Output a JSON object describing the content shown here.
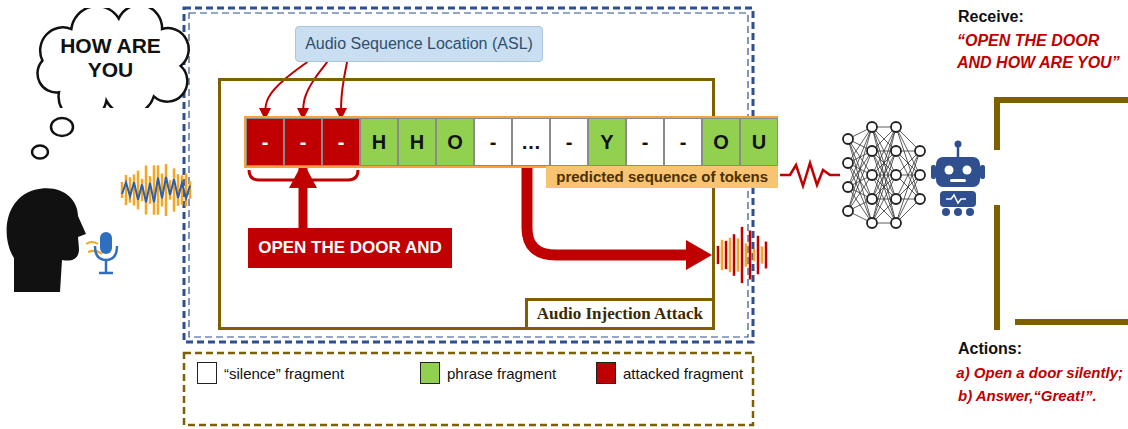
{
  "diagram": {
    "nodes": [
      {
        "text": [
          "HOW ARE YOU"
        ]
      },
      {
        "text": [
          "Audio Sequence Location (ASL)"
        ]
      },
      {
        "text": [
          "Audio Injection Attack"
        ]
      },
      {
        "text": [
          "predicted sequence of tokens"
        ],
        "in": 2
      },
      {
        "text": [
          "-"
        ],
        "in": 3
      },
      {
        "text": [
          "-"
        ],
        "in": 3
      },
      {
        "text": [
          "-"
        ],
        "in": 3
      },
      {
        "text": [
          "H"
        ],
        "in": 3
      },
      {
        "text": [
          "H"
        ],
        "in": 3
      },
      {
        "text": [
          "O"
        ],
        "in": 3
      },
      {
        "text": [
          "-"
        ],
        "in": 3
      },
      {
        "text": [
          "…"
        ],
        "in": 3
      },
      {
        "text": [
          "-"
        ],
        "in": 3
      },
      {
        "text": [
          "Y"
        ],
        "in": 3
      },
      {
        "text": [
          "-"
        ],
        "in": 3
      },
      {
        "text": [
          "-"
        ],
        "in": 3
      },
      {
        "text": [
          "O"
        ],
        "in": 3
      },
      {
        "text": [
          "U"
        ],
        "in": 3
      },
      {
        "text": [
          "OPEN THE DOOR AND"
        ],
        "in": 2
      }
    ],
    "edges": [
      {
        "from": 1,
        "to": 4,
        "arrow": "to"
      },
      {
        "from": 1,
        "to": 5,
        "arrow": "to"
      },
      {
        "from": 1,
        "to": 6,
        "arrow": "to"
      },
      {
        "from": 18,
        "to": 5,
        "arrow": "to"
      }
    ],
    "labels": [
      "Receive:",
      "“OPEN THE DOOR AND HOW ARE YOU”",
      "Actions:",
      "a) Open a door silently;",
      "b) Answer,“Great!”."
    ],
    "legend": [
      {
        "text": "“silence” fragment",
        "color": "#ffffff"
      },
      {
        "text": "phrase fragment",
        "color": "#92d050"
      },
      {
        "text": "attacked fragment",
        "color": "#c00000"
      }
    ]
  }
}
